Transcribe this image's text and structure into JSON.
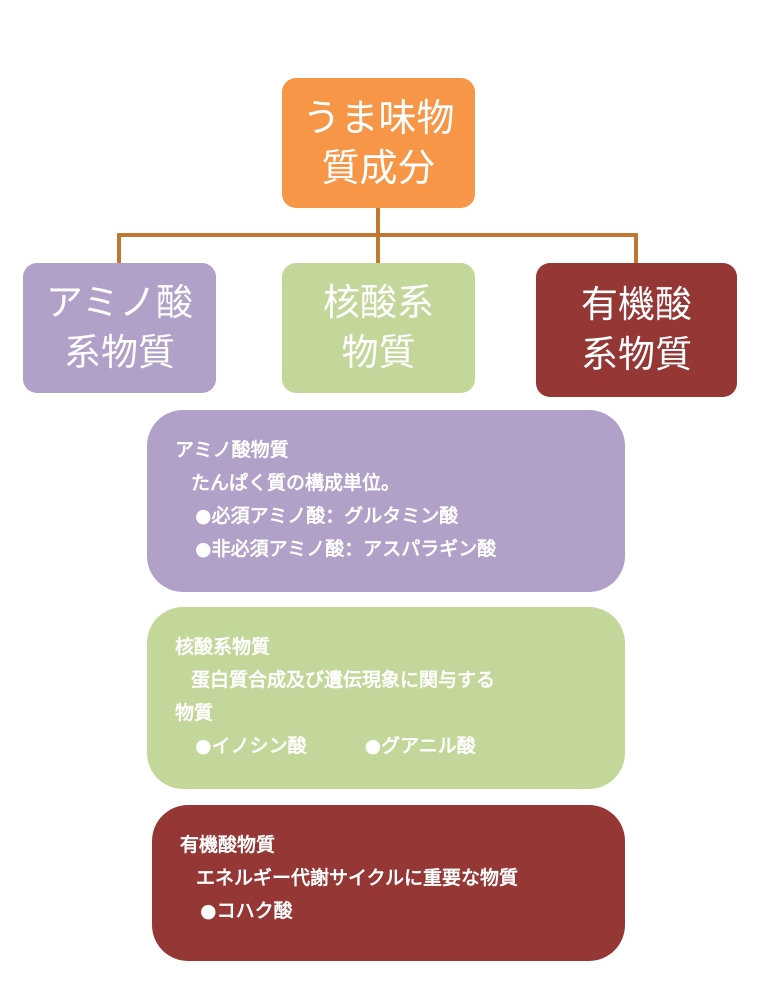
{
  "root": {
    "line1": "うま味物",
    "line2": "質成分"
  },
  "categories": [
    {
      "line1": "アミノ酸",
      "line2": "系物質",
      "color": "#b1a0c7"
    },
    {
      "line1": "核酸系",
      "line2": "物質",
      "color": "#c4d79b"
    },
    {
      "line1": "有機酸",
      "line2": "系物質",
      "color": "#953735"
    }
  ],
  "root_color": "#f79646",
  "connector_color": "#c0772f",
  "details": {
    "amino": {
      "title": "アミノ酸物質",
      "desc": "たんぱく質の構成単位。",
      "item1": "●必須アミノ酸：グルタミン酸",
      "item2": "●非必須アミノ酸：アスパラギン酸"
    },
    "nucleic": {
      "title": "核酸系物質",
      "desc1": "蛋白質合成及び遺伝現象に関与する",
      "desc2": "物質",
      "item1": "●イノシン酸",
      "item2": "●グアニル酸"
    },
    "organic": {
      "title": "有機酸物質",
      "desc": "エネルギー代謝サイクルに重要な物質",
      "item1": "●コハク酸"
    }
  }
}
